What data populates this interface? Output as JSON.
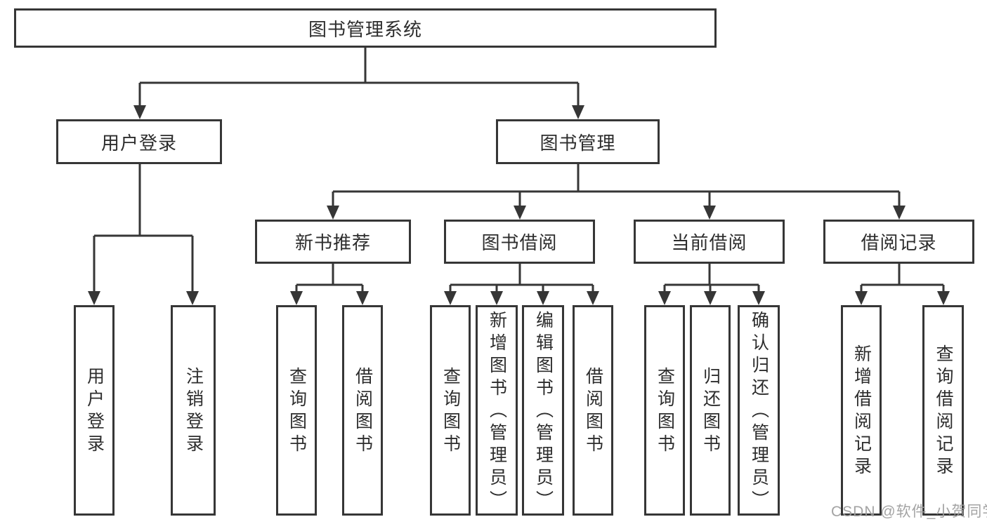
{
  "tree": {
    "root": "图书管理系统",
    "level2": [
      {
        "label": "用户登录",
        "leaves": [
          "用户登录",
          "注销登录"
        ]
      },
      {
        "label": "图书管理",
        "groups": [
          {
            "label": "新书推荐",
            "leaves": [
              "查询图书",
              "借阅图书"
            ]
          },
          {
            "label": "图书借阅",
            "leaves": [
              "查询图书",
              "新增图书（管理员）",
              "编辑图书（管理员）",
              "借阅图书"
            ]
          },
          {
            "label": "当前借阅",
            "leaves": [
              "查询图书",
              "归还图书",
              "确认归还（管理员）"
            ]
          },
          {
            "label": "借阅记录",
            "leaves": [
              "新增借阅记录",
              "查询借阅记录"
            ]
          }
        ]
      }
    ]
  },
  "watermark": "CSDN @软件_小贺同学",
  "colors": {
    "line": "#363636",
    "box_border": "#363636",
    "box_fill": "#ffffff",
    "text": "#2d2d2d",
    "watermark": "#9e9e9e"
  }
}
